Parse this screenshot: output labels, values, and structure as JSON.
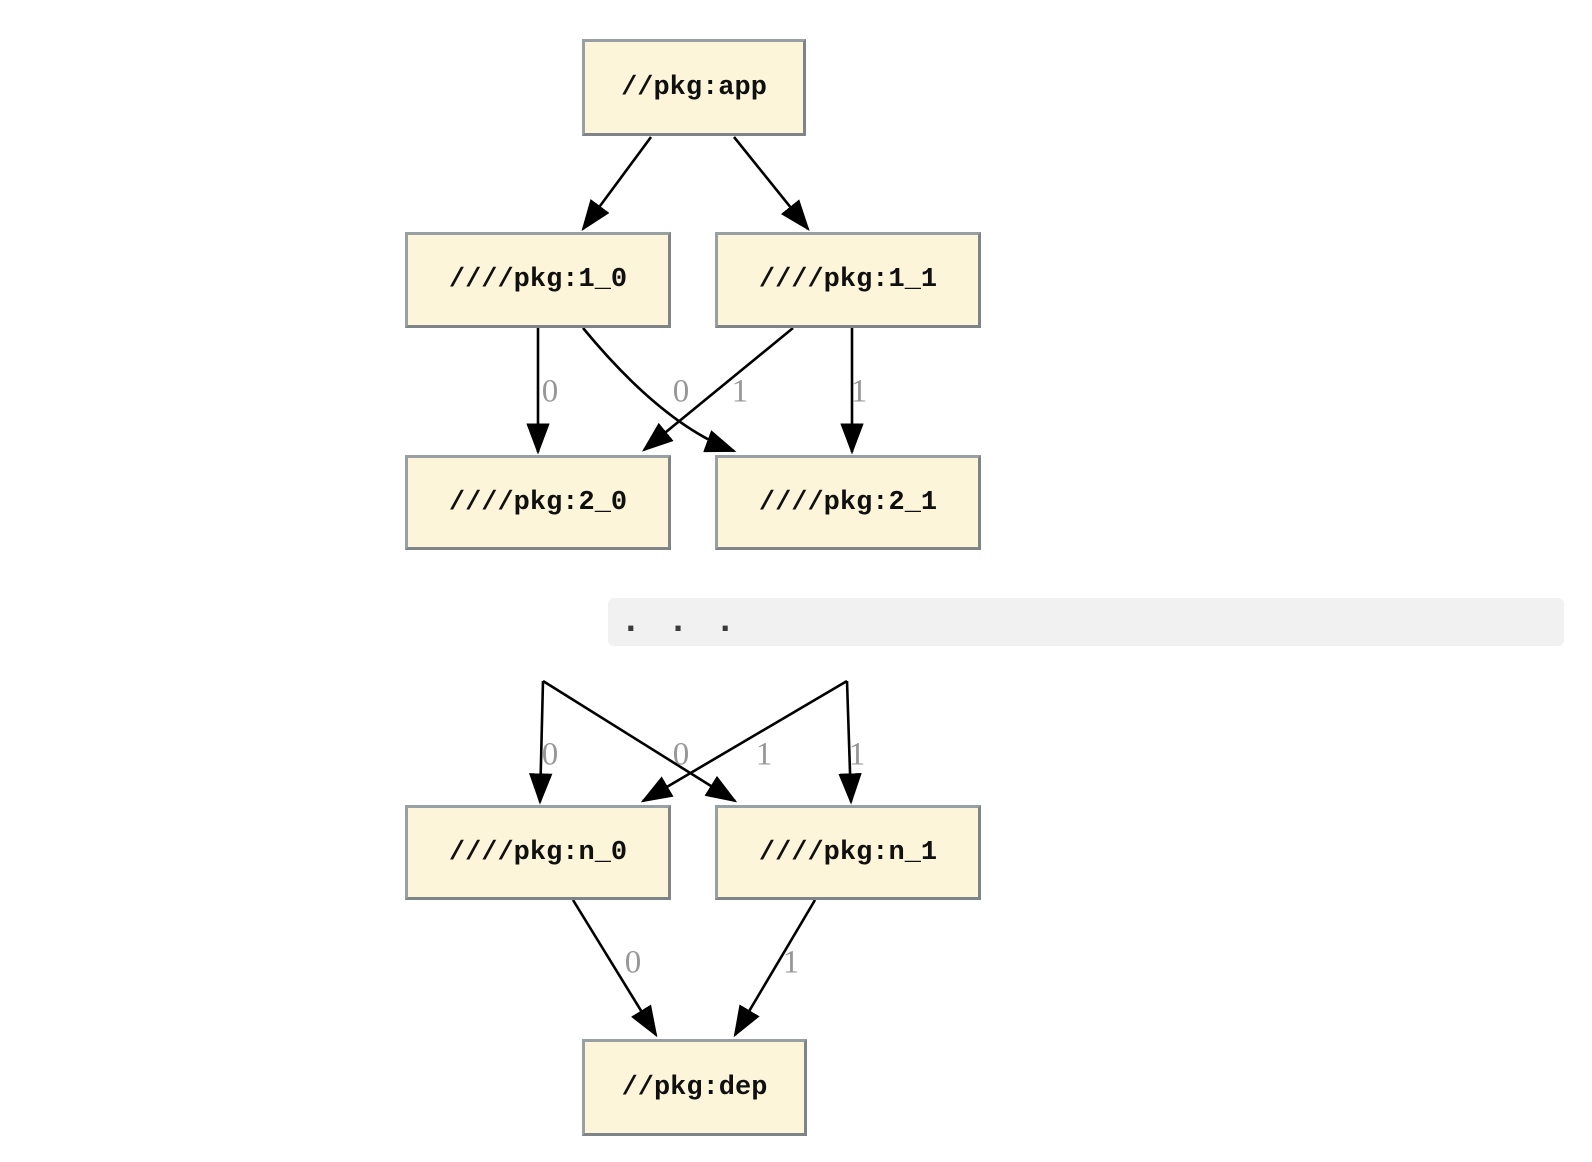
{
  "nodes": {
    "app": {
      "label": "//pkg:app"
    },
    "1_0": {
      "label": "////pkg:1_0"
    },
    "1_1": {
      "label": "////pkg:1_1"
    },
    "2_0": {
      "label": "////pkg:2_0"
    },
    "2_1": {
      "label": "////pkg:2_1"
    },
    "n_0": {
      "label": "////pkg:n_0"
    },
    "n_1": {
      "label": "////pkg:n_1"
    },
    "dep": {
      "label": "//pkg:dep"
    }
  },
  "ellipsis": {
    "dots": ". . ."
  },
  "edges": [
    {
      "from": "//pkg:app",
      "to": "////pkg:1_0",
      "label": ""
    },
    {
      "from": "//pkg:app",
      "to": "////pkg:1_1",
      "label": ""
    },
    {
      "from": "////pkg:1_0",
      "to": "////pkg:2_0",
      "label": "0"
    },
    {
      "from": "////pkg:1_1",
      "to": "////pkg:2_0",
      "label": "0"
    },
    {
      "from": "////pkg:1_0",
      "to": "////pkg:2_1",
      "label": "1"
    },
    {
      "from": "////pkg:1_1",
      "to": "////pkg:2_1",
      "label": "1"
    },
    {
      "from": "...",
      "to": "////pkg:n_0",
      "label": "0"
    },
    {
      "from": "...",
      "to": "////pkg:n_0",
      "label": "0"
    },
    {
      "from": "...",
      "to": "////pkg:n_1",
      "label": "1"
    },
    {
      "from": "...",
      "to": "////pkg:n_1",
      "label": "1"
    },
    {
      "from": "////pkg:n_0",
      "to": "//pkg:dep",
      "label": "0"
    },
    {
      "from": "////pkg:n_1",
      "to": "//pkg:dep",
      "label": "1"
    }
  ],
  "colors": {
    "background": "#FFFFFF",
    "node_fill": "#FDF5D9",
    "node_border": "#99A0A4",
    "node_border_dark": "#7E8487",
    "edge": "#000000",
    "edge_label": "#979797",
    "ellipsis_bg": "#F1F1F1",
    "ellipsis_dots": "#3B3B3B"
  }
}
